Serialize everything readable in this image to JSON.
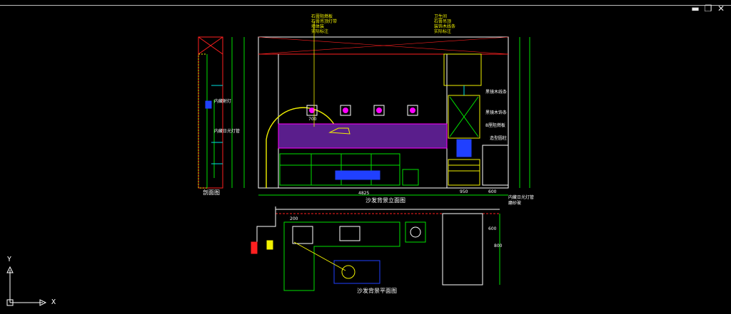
{
  "window": {
    "buttons": [
      {
        "name": "minimize",
        "glyph": "▬"
      },
      {
        "name": "restore",
        "glyph": "❐"
      },
      {
        "name": "close",
        "glyph": "✕"
      }
    ]
  },
  "titles": {
    "section_view": "剖面图",
    "elevation": "沙发背景立面图",
    "plan": "沙发背景平面图"
  },
  "annotations": {
    "ceiling_note": [
      "石膏阻燃板",
      "石膏吊顶灯带",
      "墙体装",
      "实际标注"
    ],
    "top_right_note": [
      "卫生间",
      "石膏吊顶",
      "装饰木线条",
      "实际标注"
    ],
    "side_light_1": "内藏射灯",
    "side_light_2": "内藏日光灯管",
    "right_notes": [
      "黑镜木线条",
      "黑镜木饰条",
      "8厘阻燃板",
      "造型圆柱"
    ],
    "bottom_right_1": "内藏日光灯管",
    "bottom_right_2": "磨砂玻"
  },
  "dimensions": {
    "total_width": "4825",
    "right_width_a": "950",
    "right_width_b": "600",
    "arch_width": "700",
    "plan_small": "200",
    "plan_v1": "600",
    "plan_v2": "800"
  },
  "ucs": {
    "x_label": "X",
    "y_label": "Y"
  },
  "colors": {
    "bg": "#000000",
    "yellow": "#f2f200",
    "green": "#00e000",
    "magenta": "#ff00ff",
    "red": "#ff2020",
    "blue": "#2040ff",
    "white": "#ffffff",
    "cyan": "#00e0e0"
  }
}
